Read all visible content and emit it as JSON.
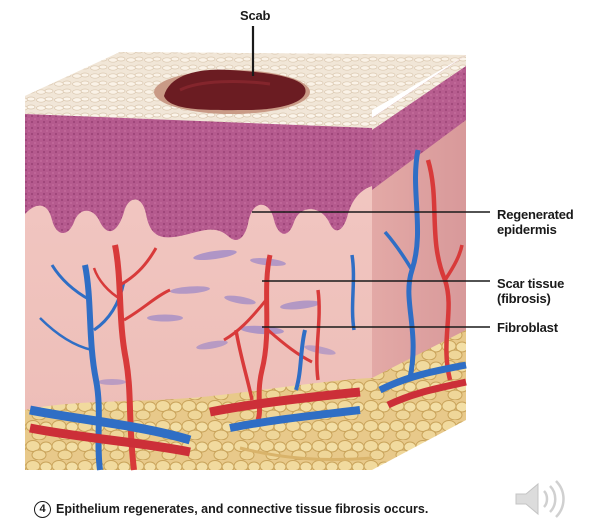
{
  "labels": {
    "scab": "Scab",
    "epidermis_line1": "Regenerated",
    "epidermis_line2": "epidermis",
    "scar_line1": "Scar tissue",
    "scar_line2": "(fibrosis)",
    "fibroblast": "Fibroblast"
  },
  "caption": {
    "step": "4",
    "text": "Epithelium regenerates, and connective tissue fibrosis occurs."
  },
  "icons": {
    "speaker": "speaker-icon"
  }
}
